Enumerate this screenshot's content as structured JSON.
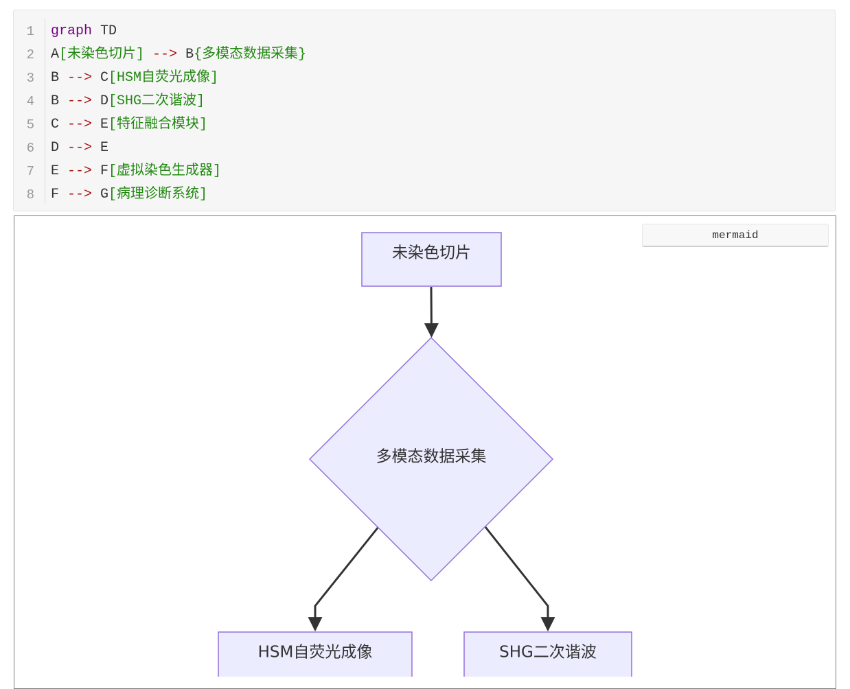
{
  "code": {
    "lines": [
      {
        "num": "1",
        "parts": [
          {
            "cls": "kw",
            "text": "graph"
          },
          {
            "cls": "",
            "text": " TD"
          }
        ]
      },
      {
        "num": "2",
        "parts": [
          {
            "cls": "",
            "text": "A"
          },
          {
            "cls": "str",
            "text": "[未染色切片]"
          },
          {
            "cls": "",
            "text": " "
          },
          {
            "cls": "arrow-op",
            "text": "-->"
          },
          {
            "cls": "",
            "text": " B"
          },
          {
            "cls": "str",
            "text": "{多模态数据采集}"
          }
        ]
      },
      {
        "num": "3",
        "parts": [
          {
            "cls": "",
            "text": "B "
          },
          {
            "cls": "arrow-op",
            "text": "-->"
          },
          {
            "cls": "",
            "text": " C"
          },
          {
            "cls": "str",
            "text": "[HSM自荧光成像]"
          }
        ]
      },
      {
        "num": "4",
        "parts": [
          {
            "cls": "",
            "text": "B "
          },
          {
            "cls": "arrow-op",
            "text": "-->"
          },
          {
            "cls": "",
            "text": " D"
          },
          {
            "cls": "str",
            "text": "[SHG二次谐波]"
          }
        ]
      },
      {
        "num": "5",
        "parts": [
          {
            "cls": "",
            "text": "C "
          },
          {
            "cls": "arrow-op",
            "text": "-->"
          },
          {
            "cls": "",
            "text": " E"
          },
          {
            "cls": "str",
            "text": "[特征融合模块]"
          }
        ]
      },
      {
        "num": "6",
        "parts": [
          {
            "cls": "",
            "text": "D "
          },
          {
            "cls": "arrow-op",
            "text": "-->"
          },
          {
            "cls": "",
            "text": " E"
          }
        ]
      },
      {
        "num": "7",
        "parts": [
          {
            "cls": "",
            "text": "E "
          },
          {
            "cls": "arrow-op",
            "text": "-->"
          },
          {
            "cls": "",
            "text": " F"
          },
          {
            "cls": "str",
            "text": "[虚拟染色生成器]"
          }
        ]
      },
      {
        "num": "8",
        "parts": [
          {
            "cls": "",
            "text": "F "
          },
          {
            "cls": "arrow-op",
            "text": "-->"
          },
          {
            "cls": "",
            "text": " G"
          },
          {
            "cls": "str",
            "text": "[病理诊断系统]"
          }
        ]
      }
    ]
  },
  "badge": {
    "label": "mermaid"
  },
  "diagram": {
    "node_fill": "#ECECFF",
    "node_stroke": "#9370DB",
    "edge_color": "#333333",
    "nodes": {
      "A": {
        "label": "未染色切片",
        "shape": "rect"
      },
      "B": {
        "label": "多模态数据采集",
        "shape": "diamond"
      },
      "C": {
        "label": "HSM自荧光成像",
        "shape": "rect"
      },
      "D": {
        "label": "SHG二次谐波",
        "shape": "rect"
      }
    },
    "edges": [
      {
        "from": "A",
        "to": "B"
      },
      {
        "from": "B",
        "to": "C"
      },
      {
        "from": "B",
        "to": "D"
      }
    ]
  }
}
